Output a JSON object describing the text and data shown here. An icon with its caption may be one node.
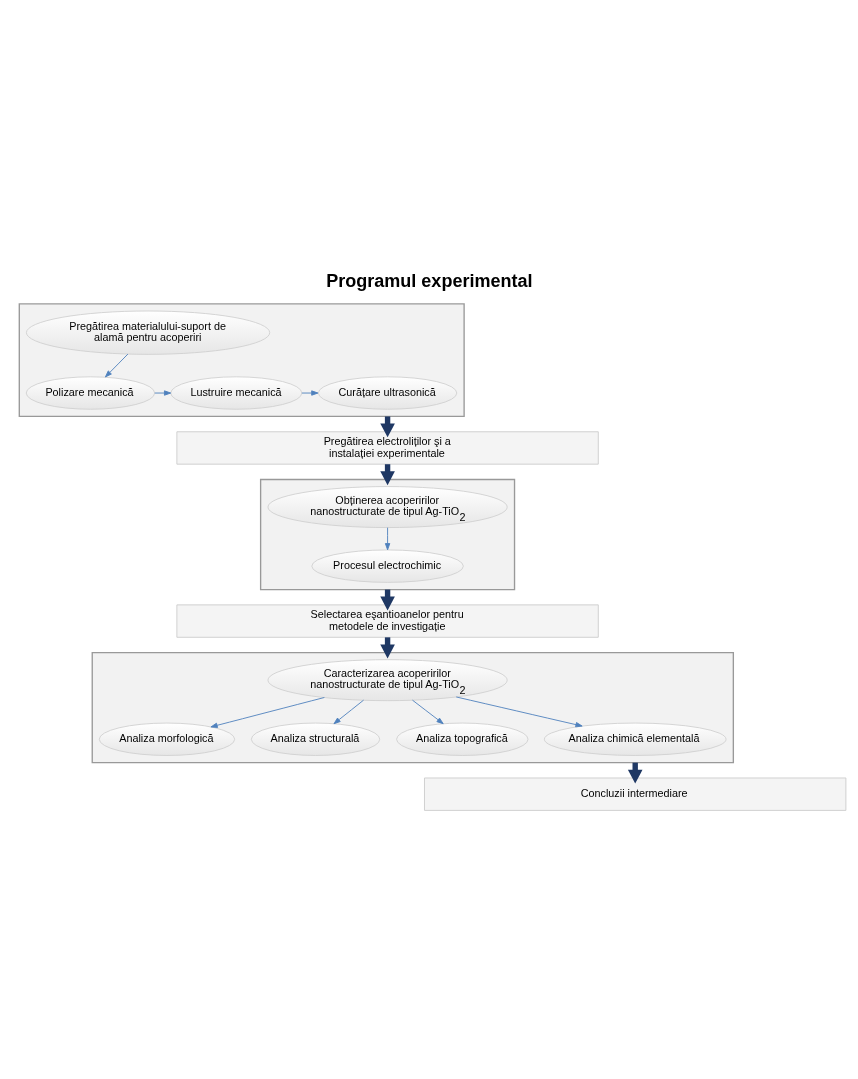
{
  "diagram": {
    "title": "Programul experimental",
    "nodes": [
      {
        "text": [],
        "shape": "box"
      },
      {
        "text": [
          "Pregătirea materialului-suport de alamă pentru acoperiri"
        ],
        "in": 0
      },
      {
        "text": [
          "Polizare mecanică"
        ],
        "in": 0
      },
      {
        "text": [
          "Lustruire mecanică"
        ],
        "in": 0
      },
      {
        "text": [
          "Curățare ultrasonică"
        ],
        "in": 0
      },
      {
        "text": [
          "Pregătirea electroliților şi a instalației experimentale"
        ]
      },
      {
        "text": [],
        "shape": "box"
      },
      {
        "text": [
          "Obținerea acoperirilor nanostructurate de tipul Ag-TiO$_{2}$"
        ],
        "in": 6
      },
      {
        "text": [
          "Procesul electrochimic"
        ],
        "in": 6
      },
      {
        "text": [
          "Selectarea eşantioanelor pentru metodele de investigație"
        ]
      },
      {
        "text": [],
        "shape": "box"
      },
      {
        "text": [
          "Caracterizarea acoperirilor nanostructurate de tipul Ag-TiO$_{2}$"
        ],
        "in": 10
      },
      {
        "text": [
          "Analiza morfologică"
        ],
        "in": 10
      },
      {
        "text": [
          "Analiza structurală"
        ],
        "in": 10
      },
      {
        "text": [
          "Analiza topografică"
        ],
        "in": 10
      },
      {
        "text": [
          "Analiza chimică elementală"
        ],
        "in": 10
      },
      {
        "text": [
          "Concluzii intermediare"
        ]
      }
    ],
    "edges": [
      {
        "from": 1,
        "to": 2,
        "arrow": "to"
      },
      {
        "from": 2,
        "to": 3,
        "arrow": "to"
      },
      {
        "from": 3,
        "to": 4,
        "arrow": "to"
      },
      {
        "from": 0,
        "to": 5,
        "arrow": "to",
        "style": "thick",
        "color": "#1f3864"
      },
      {
        "from": 5,
        "to": 6,
        "arrow": "to",
        "style": "thick",
        "color": "#1f3864"
      },
      {
        "from": 7,
        "to": 8,
        "arrow": "to"
      },
      {
        "from": 6,
        "to": 9,
        "arrow": "to",
        "style": "thick",
        "color": "#1f3864"
      },
      {
        "from": 9,
        "to": 10,
        "arrow": "to",
        "style": "thick",
        "color": "#1f3864"
      },
      {
        "from": 11,
        "to": 12,
        "arrow": "to"
      },
      {
        "from": 11,
        "to": 13,
        "arrow": "to"
      },
      {
        "from": 11,
        "to": 14,
        "arrow": "to"
      },
      {
        "from": 11,
        "to": 15,
        "arrow": "to"
      },
      {
        "from": 10,
        "to": 16,
        "arrow": "to",
        "style": "thick",
        "color": "#1f3864"
      }
    ]
  }
}
